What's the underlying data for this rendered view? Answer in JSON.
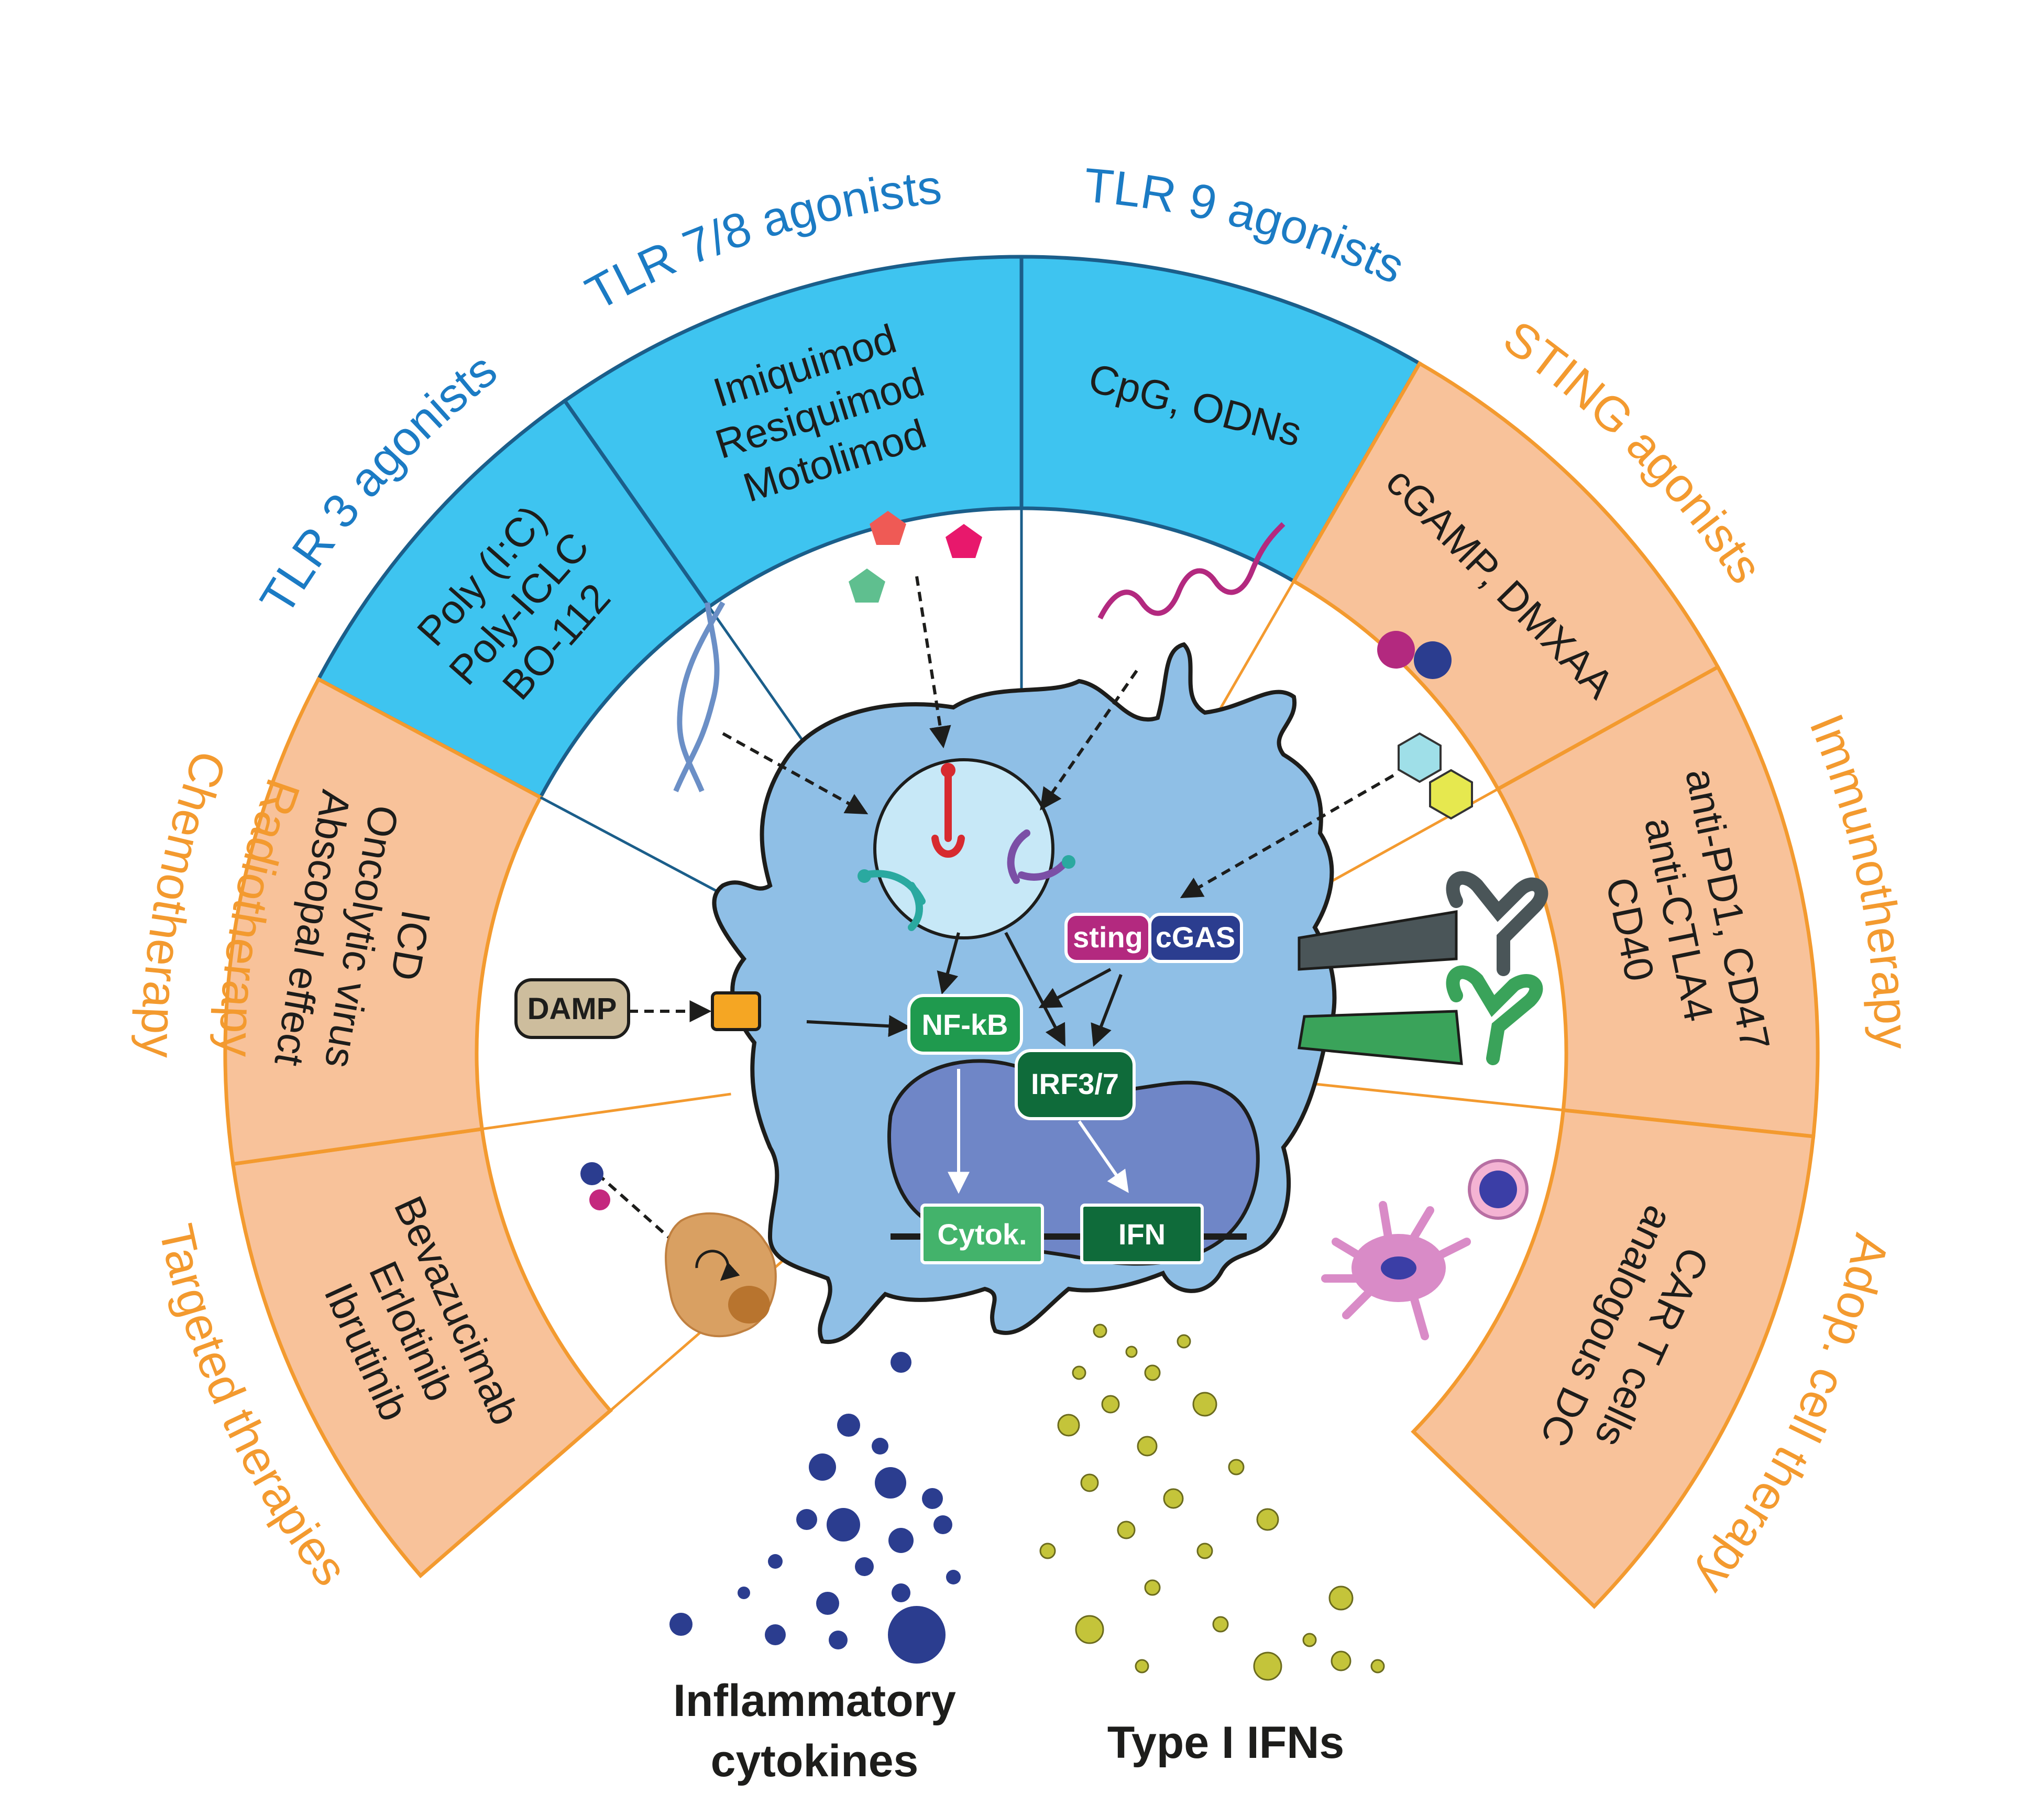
{
  "segments": [
    {
      "id": "tlr3",
      "heading": "TLR 3 agonists",
      "lines": [
        "Poly (I:C)",
        "Poly-ICLC",
        "BO-112"
      ],
      "color": "blue"
    },
    {
      "id": "tlr78",
      "heading": "TLR 7/8 agonists",
      "lines": [
        "Imiquimod",
        "Resiquimod",
        "Motolimod"
      ],
      "color": "blue"
    },
    {
      "id": "tlr9",
      "heading": "TLR 9 agonists",
      "lines": [
        "CpG, ODNs"
      ],
      "color": "blue"
    },
    {
      "id": "sting",
      "heading": "STING agonists",
      "lines": [
        "cGAMP, DMXAA"
      ],
      "color": "orange"
    },
    {
      "id": "immuno",
      "heading": "Immunotherapy",
      "lines": [
        "anti-PD1, CD47",
        "anti-CTLA4",
        "CD40"
      ],
      "color": "orange"
    },
    {
      "id": "adop",
      "heading": "Adop. cell therapy",
      "lines": [
        "CAR T cells",
        "analogous DC"
      ],
      "color": "orange"
    },
    {
      "id": "targeted",
      "heading": "Targeted therapies",
      "lines": [
        "Bevazucimab",
        "Erlotinib",
        "Ibrutinib"
      ],
      "color": "orange"
    },
    {
      "id": "chemo",
      "heading": "Chemotherapy",
      "heading2": "Radiotherapy",
      "lines": [
        "ICD",
        "Oncolytic virus",
        "Abscopal effect"
      ],
      "color": "orange"
    }
  ],
  "cell": {
    "damp": "DAMP",
    "sting": "sting",
    "cgas": "cGAS",
    "nfkb": "NF-kB",
    "irf": "IRF3/7",
    "cytok": "Cytok.",
    "ifn": "IFN"
  },
  "outputs": {
    "cytokines_line1": "Inflammatory",
    "cytokines_line2": "cytokines",
    "ifns": "Type I IFNs"
  },
  "colors": {
    "blue_fill": "#3ec4f0",
    "blue_text": "#1b7bc4",
    "orange_fill": "#f8c29a",
    "orange_line": "#f39a2f",
    "cell_fill": "#8fbfe6",
    "nucleus_fill": "#6f86c7",
    "green_dark": "#0f6b3a",
    "green_mid": "#1f9a4e",
    "green_light": "#43b36b"
  }
}
